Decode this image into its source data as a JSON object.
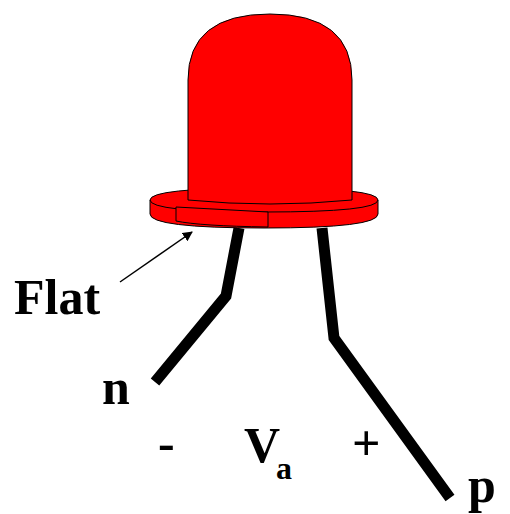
{
  "diagram": {
    "labels": [
      "Flat",
      "n",
      "-",
      "V",
      "a",
      "+",
      "p"
    ]
  }
}
